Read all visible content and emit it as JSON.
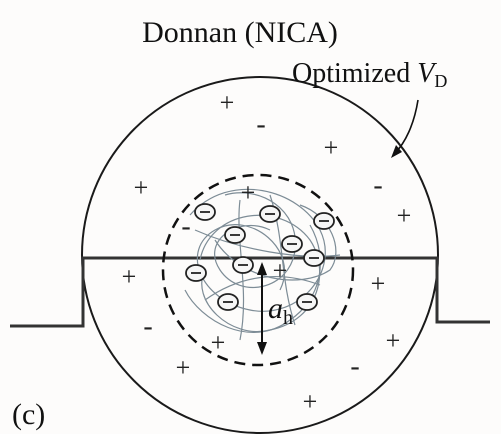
{
  "diagram": {
    "title": "Donnan (NICA)",
    "annotation_text": "Optimized ",
    "annotation_symbol": "V",
    "annotation_subscript": "D",
    "radius_symbol": "a",
    "radius_subscript": "h",
    "panel_label": "(c)",
    "plus_sign": "+",
    "minus_sign": "-"
  }
}
